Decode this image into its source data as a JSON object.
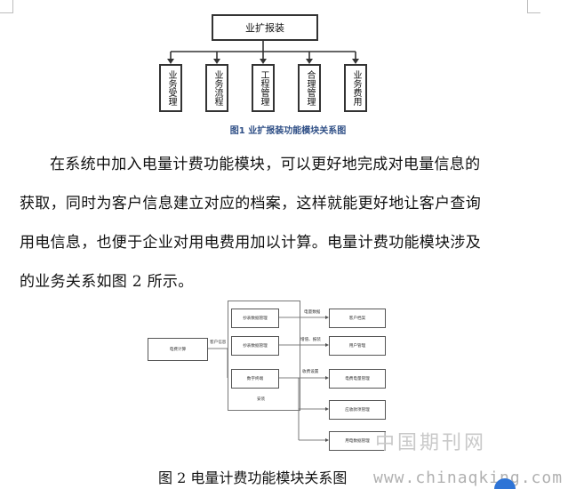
{
  "figure1": {
    "root": "业扩报装",
    "children": [
      "业务受理",
      "业务流程",
      "工程管理",
      "合理管理",
      "业务费用"
    ],
    "caption": "图1 业扩报装功能模块关系图"
  },
  "paragraph": {
    "lines": [
      "在系统中加入电量计费功能模块，可以更好地完成对电量信息的",
      "获取，同时为客户信息建立对应的档案，这样就能更好地让客户查询",
      "用电信息，也便于企业对用电费用加以计算。电量计费功能模块涉及",
      "的业务关系如图 2 所示。"
    ]
  },
  "figure2": {
    "left_box": "电费计算",
    "container_label": "安装",
    "inner_boxes": [
      "抄表数据管理",
      "抄表数据管理",
      "数字终端"
    ],
    "right_boxes": [
      "客户档案",
      "用户管理",
      "电费电量管理",
      "应收款项管理",
      "用电数据管理"
    ],
    "edge_labels": [
      "客户信息",
      "电量数据",
      "增值、报装",
      "收费设置"
    ],
    "caption": "图 2 电量计费功能模块关系图"
  },
  "watermark": {
    "name": "中国期刊网",
    "url": "www.chinaqking.com"
  },
  "colors": {
    "caption_blue": "#2f4f86",
    "watermark_gray": "#c9c9c9",
    "logo_blue": "#2e74d6"
  }
}
